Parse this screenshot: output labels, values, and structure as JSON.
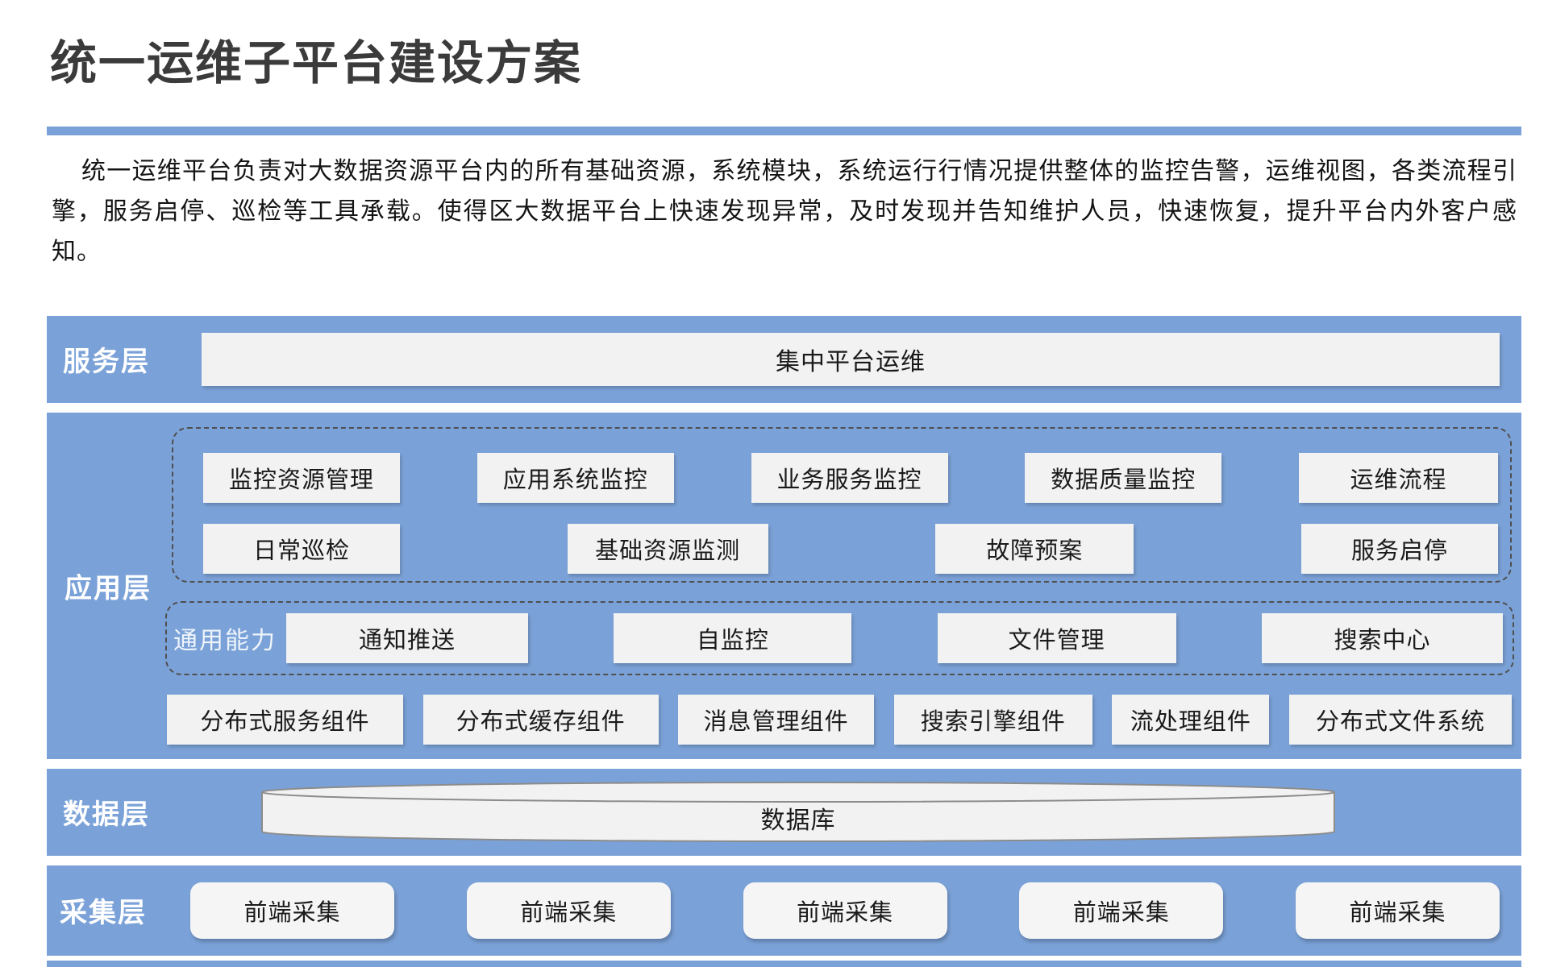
{
  "page": {
    "title": "统一运维子平台建设方案",
    "description": "统一运维平台负责对大数据资源平台内的所有基础资源，系统模块，系统运行行情况提供整体的监控告警，运维视图，各类流程引擎，服务启停、巡检等工具承载。使得区大数据平台上快速发现异常，及时发现并告知维护人员，快速恢复，提升平台内外客户感知。"
  },
  "colors": {
    "accent_blue": "#7BA2D8",
    "box_bg": "#F2F2F2",
    "dashed_border": "#4F4F4F",
    "title_text": "#3B3B3B",
    "cylinder_stroke": "#8C8C8C"
  },
  "diagram": {
    "service_layer": {
      "label": "服务层",
      "box": "集中平台运维"
    },
    "application_layer": {
      "label": "应用层",
      "monitor_modules_row1": [
        "监控资源管理",
        "应用系统监控",
        "业务服务监控",
        "数据质量监控",
        "运维流程"
      ],
      "monitor_modules_row2": [
        "日常巡检",
        "基础资源监测",
        "故障预案",
        "服务启停"
      ],
      "common_capabilities": {
        "label": "通用能力",
        "items": [
          "通知推送",
          "自监控",
          "文件管理",
          "搜索中心"
        ]
      },
      "components": [
        "分布式服务组件",
        "分布式缓存组件",
        "消息管理组件",
        "搜索引擎组件",
        "流处理组件",
        "分布式文件系统"
      ]
    },
    "data_layer": {
      "label": "数据层",
      "database": "数据库"
    },
    "collection_layer": {
      "label": "采集层",
      "items": [
        "前端采集",
        "前端采集",
        "前端采集",
        "前端采集",
        "前端采集"
      ]
    }
  }
}
